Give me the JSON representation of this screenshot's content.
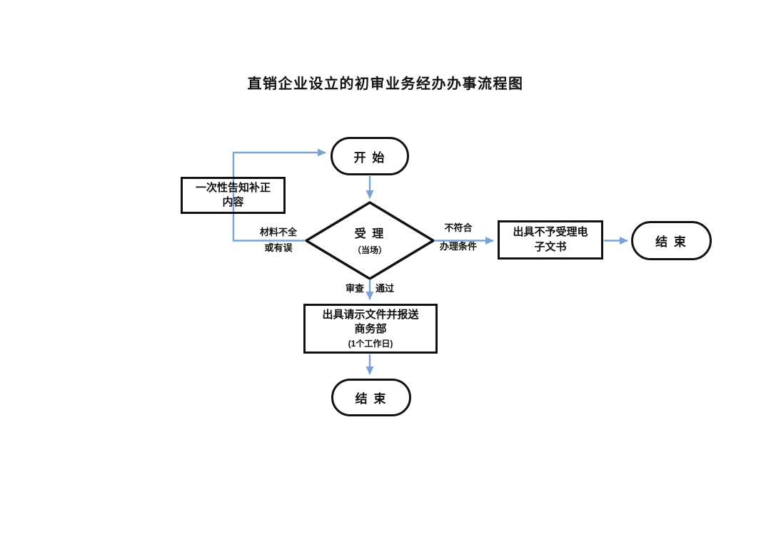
{
  "title": "直销企业设立的初审业务经办办事流程图",
  "nodes": {
    "start": {
      "label": "开 始"
    },
    "notify": {
      "line1": "一次性告知补正",
      "line2": "内容"
    },
    "accept": {
      "line1": "受 理",
      "line2": "（当场）"
    },
    "reject": {
      "line1": "出具不予受理电",
      "line2": "子文书"
    },
    "end_right": {
      "label": "结 束"
    },
    "report": {
      "line1": "出具请示文件并报送",
      "line2": "商务部",
      "line3": "(1个工作日)"
    },
    "end_bottom": {
      "label": "结 束"
    }
  },
  "edge_labels": {
    "materials_incomplete_line1": "材料不全",
    "materials_incomplete_line2": "或有误",
    "not_qualified_line1": "不符合",
    "not_qualified_line2": "办理条件",
    "review": "审查",
    "pass": "通过"
  },
  "colors": {
    "connector_blue": "#7aa3d4",
    "shape_border": "#111111",
    "text": "#1a1a1a",
    "background": "#ffffff"
  }
}
